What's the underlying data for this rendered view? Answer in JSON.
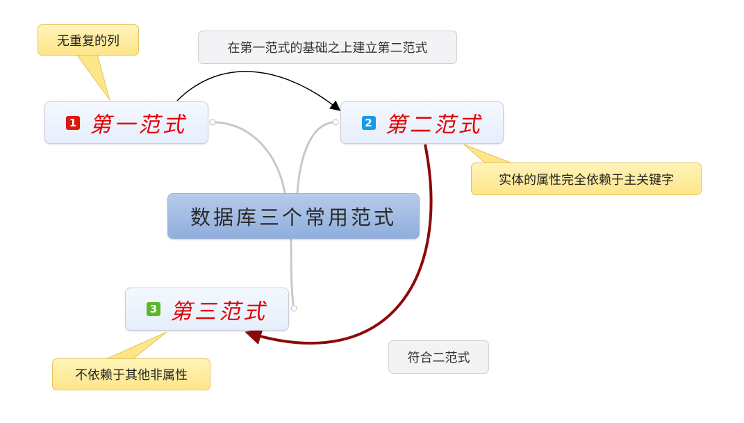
{
  "central": {
    "label": "数据库三个常用范式"
  },
  "nodes": [
    {
      "badge": "1",
      "badge_color": "#d91a0c",
      "label": "第一范式"
    },
    {
      "badge": "2",
      "badge_color": "#1a9be6",
      "label": "第二范式"
    },
    {
      "badge": "3",
      "badge_color": "#5ab82a",
      "label": "第三范式"
    }
  ],
  "callouts": [
    {
      "label": "无重复的列"
    },
    {
      "label": "实体的属性完全依赖于主关键字"
    },
    {
      "label": "不依赖于其他非属性"
    }
  ],
  "notes": [
    {
      "label": "在第一范式的基础之上建立第二范式"
    },
    {
      "label": "符合二范式"
    }
  ],
  "colors": {
    "title_red": "#e00000",
    "arrow_dark_red": "#8b0a0a",
    "connector": "#c8c8c8"
  }
}
